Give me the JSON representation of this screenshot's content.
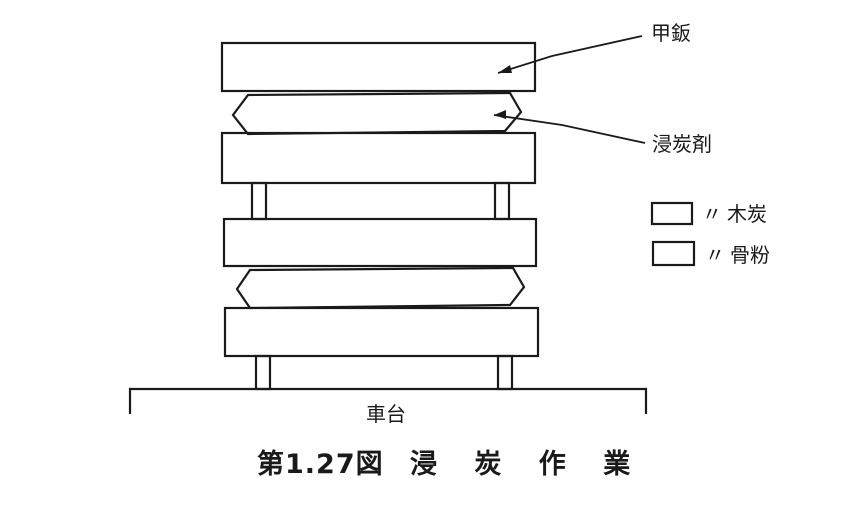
{
  "labels": {
    "steel_plate": "甲鈑",
    "carburizer": "浸炭剤",
    "cart": "車台"
  },
  "legend": [
    {
      "mark": "〃",
      "text": "木炭",
      "pattern": "dots"
    },
    {
      "mark": "〃",
      "text": "骨粉",
      "pattern": "hatch"
    }
  ],
  "caption": {
    "number": "第1.27図",
    "title": "浸 炭 作 業"
  },
  "colors": {
    "ink": "#1a1a1a",
    "paper": "#ffffff"
  }
}
